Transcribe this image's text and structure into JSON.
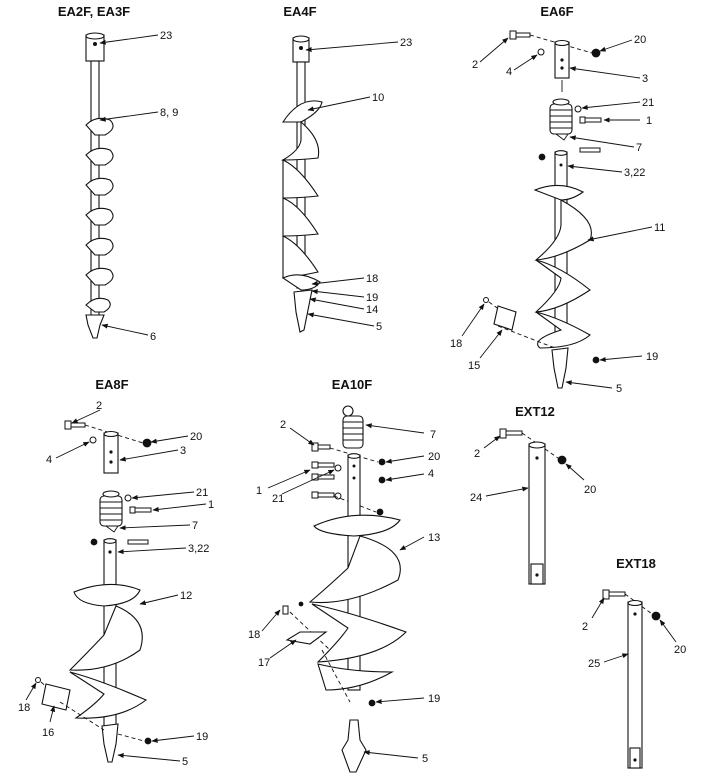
{
  "titles": {
    "ea2f": "EA2F, EA3F",
    "ea4f": "EA4F",
    "ea6f": "EA6F",
    "ea8f": "EA8F",
    "ea10f": "EA10F",
    "ext12": "EXT12",
    "ext18": "EXT18"
  },
  "callouts": {
    "ea2f": [
      "23",
      "8, 9",
      "6"
    ],
    "ea4f": [
      "23",
      "10",
      "18",
      "19",
      "14",
      "5"
    ],
    "ea6f": [
      "2",
      "4",
      "20",
      "3",
      "21",
      "1",
      "7",
      "3,22",
      "11",
      "18",
      "15",
      "19",
      "5"
    ],
    "ea8f": [
      "2",
      "4",
      "20",
      "3",
      "21",
      "1",
      "7",
      "3,22",
      "12",
      "18",
      "16",
      "19",
      "5"
    ],
    "ea10f": [
      "2",
      "7",
      "20",
      "4",
      "1",
      "21",
      "13",
      "18",
      "17",
      "19",
      "5"
    ],
    "ext12": [
      "2",
      "20",
      "24"
    ],
    "ext18": [
      "2",
      "20",
      "25"
    ]
  }
}
